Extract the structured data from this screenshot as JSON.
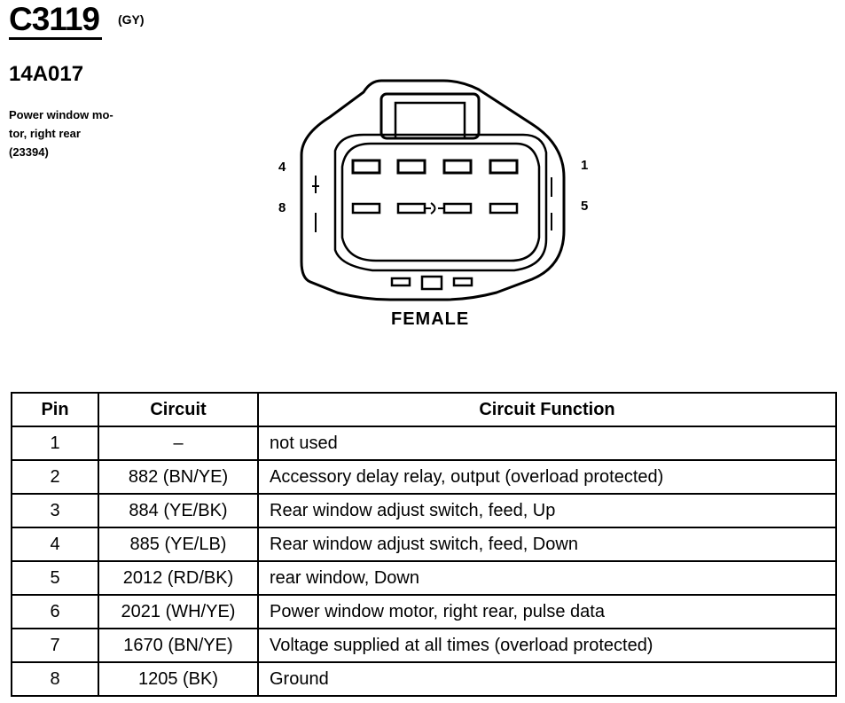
{
  "connector": {
    "id": "C3119",
    "color_code": "(GY)",
    "part_number": "14A017",
    "description_lines": [
      "Power window mo-",
      "tor, right rear",
      "(23394)"
    ],
    "gender": "FEMALE",
    "pin_labels": {
      "top_left": "4",
      "top_right": "1",
      "bottom_left": "8",
      "bottom_right": "5"
    }
  },
  "table": {
    "headers": [
      "Pin",
      "Circuit",
      "Circuit Function"
    ],
    "rows": [
      {
        "pin": "1",
        "circuit": "–",
        "function": "not used"
      },
      {
        "pin": "2",
        "circuit": "882 (BN/YE)",
        "function": "Accessory delay relay, output (overload protected)"
      },
      {
        "pin": "3",
        "circuit": "884 (YE/BK)",
        "function": "Rear window adjust switch, feed, Up"
      },
      {
        "pin": "4",
        "circuit": "885 (YE/LB)",
        "function": "Rear window adjust switch, feed, Down"
      },
      {
        "pin": "5",
        "circuit": "2012 (RD/BK)",
        "function": "rear window, Down"
      },
      {
        "pin": "6",
        "circuit": "2021 (WH/YE)",
        "function": "Power window motor, right rear, pulse data"
      },
      {
        "pin": "7",
        "circuit": "1670 (BN/YE)",
        "function": "Voltage supplied at all times (overload protected)"
      },
      {
        "pin": "8",
        "circuit": "1205 (BK)",
        "function": "Ground"
      }
    ]
  }
}
